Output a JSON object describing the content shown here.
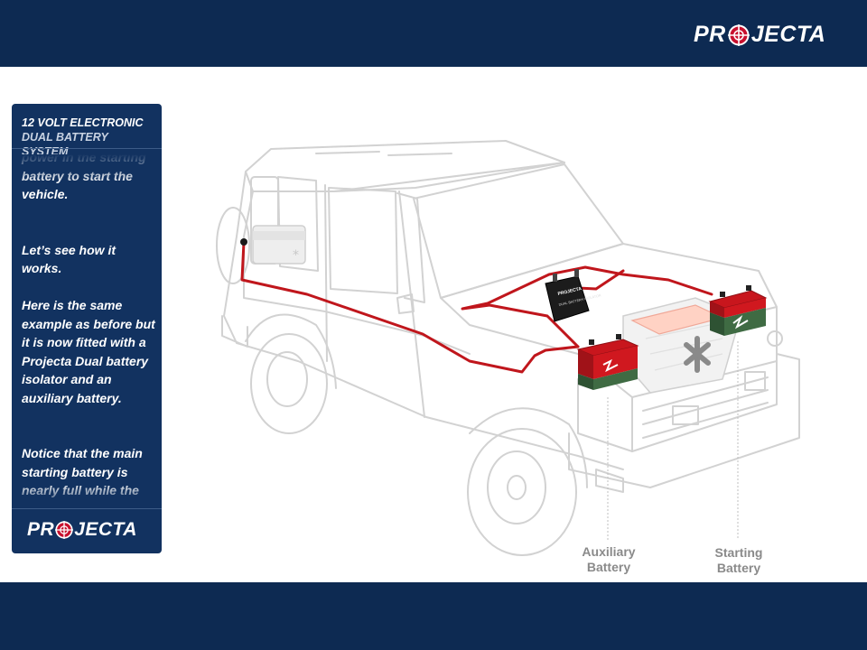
{
  "brand": {
    "logo_before": "PR",
    "logo_after": "JECTA",
    "logo_color": "#ffffff",
    "target_color": "#c8102e"
  },
  "colors": {
    "navy": "#0d2a52",
    "panel": "#123260",
    "wire": "#c0161c",
    "battery_red": "#c8161d",
    "battery_green": "#3f6b43"
  },
  "sidebar": {
    "title_line1": "12 VOLT ELECTRONIC",
    "title_line2": "DUAL BATTERY SYSTEM",
    "paragraphs": [
      "power in the starting battery to start the vehicle.",
      "Let’s see how it works.",
      "Here is the same example as before but it is now fitted with a Projecta Dual battery isolator and an auxiliary battery.",
      "Notice that the main starting battery is nearly full while the"
    ]
  },
  "diagram": {
    "isolator_brand": "PROJECTA",
    "isolator_text": "DUAL BATTERY ISOLATOR",
    "auxiliary_label_1": "Auxiliary",
    "auxiliary_label_2": "Battery",
    "starting_label_1": "Starting",
    "starting_label_2": "Battery"
  }
}
